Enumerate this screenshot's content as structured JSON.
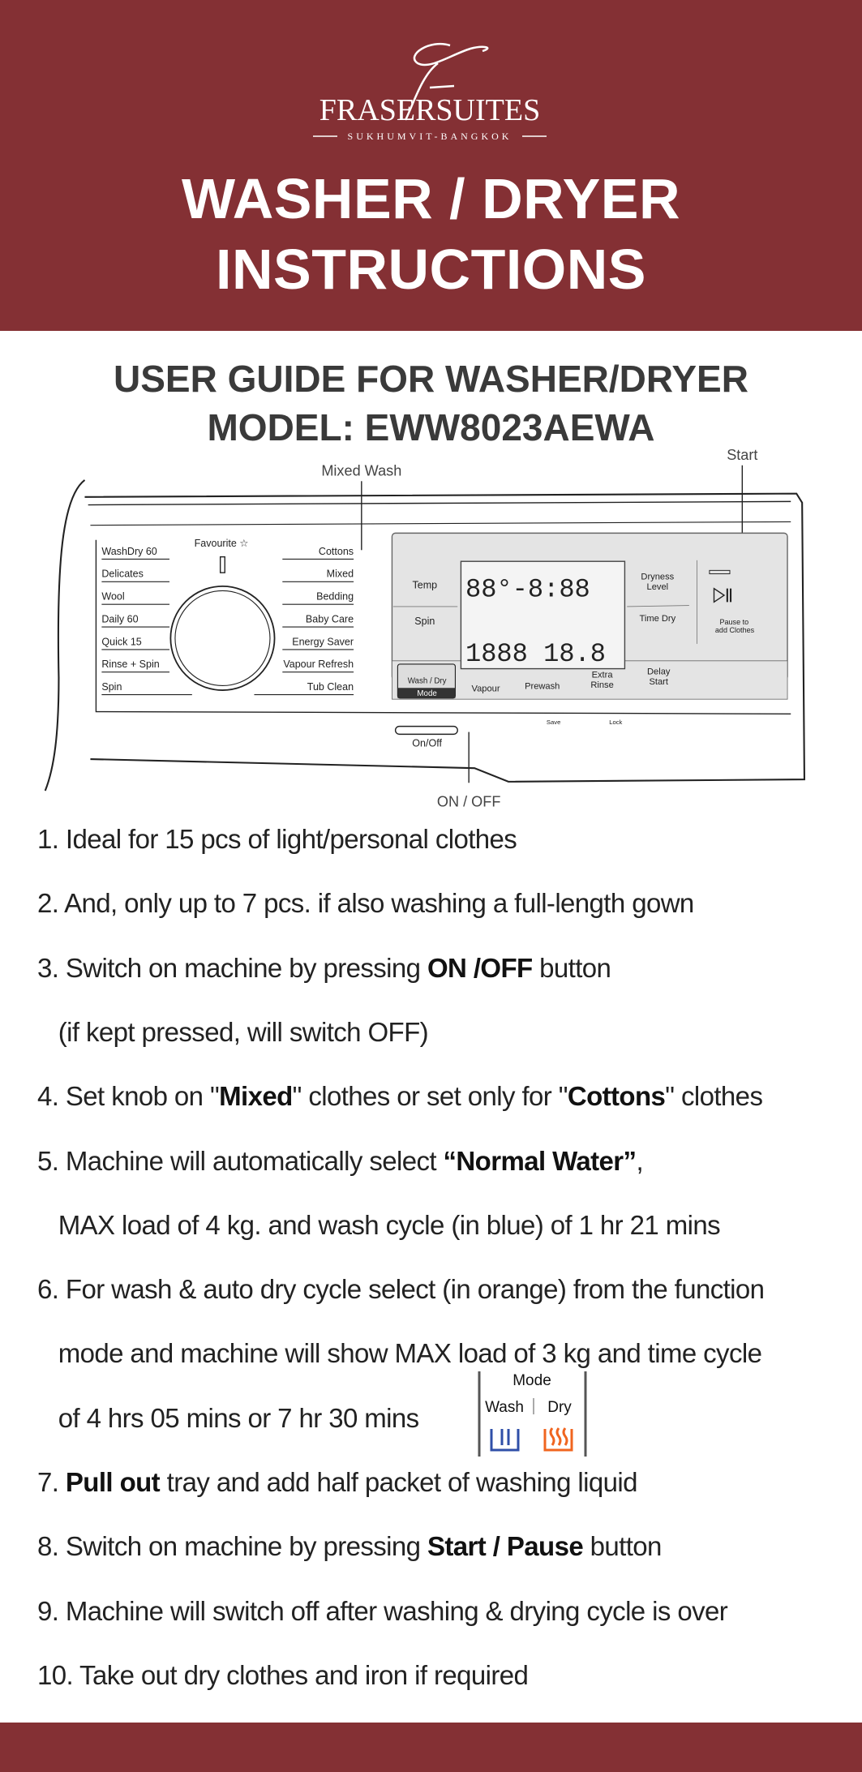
{
  "header": {
    "logo_text": "FRASERSUITES",
    "logo_subtext": "SUKHUMVIT-BANGKOK",
    "title_line1": "WASHER / DRYER",
    "title_line2": "INSTRUCTIONS"
  },
  "subtitle": {
    "line1": "USER GUIDE FOR WASHER/DRYER",
    "line2": "MODEL: EWW8023AEWA"
  },
  "diagram": {
    "callout_mixed_wash": "Mixed Wash",
    "callout_start": "Start",
    "callout_on_off": "ON / OFF",
    "favourite": "Favourite ☆",
    "programs_left": [
      "WashDry 60",
      "Delicates",
      "Wool",
      "Daily 60",
      "Quick 15",
      "Rinse + Spin",
      "Spin"
    ],
    "programs_right": [
      "Cottons",
      "Mixed",
      "Bedding",
      "Baby Care",
      "Energy Saver",
      "Vapour Refresh",
      "Tub Clean"
    ],
    "temp": "Temp",
    "spin": "Spin",
    "dryness_level_1": "Dryness",
    "dryness_level_2": "Level",
    "time_dry": "Time Dry",
    "lcd_top": "88°-8:88",
    "lcd_bottom": "1888 18.8",
    "pause_add_1": "Pause to",
    "pause_add_2": "add Clothes",
    "mode_wash_dry": "Wash / Dry",
    "mode_label": "Mode",
    "vapour": "Vapour",
    "prewash": "Prewash",
    "extra_rinse_1": "Extra",
    "extra_rinse_2": "Rinse",
    "delay_start_1": "Delay",
    "delay_start_2": "Start",
    "save": "Save",
    "lock": "Lock",
    "on_off_button": "On/Off"
  },
  "instructions": [
    [
      {
        "t": "1. Ideal for 15 pcs of light/personal clothes"
      }
    ],
    [
      {
        "t": "2. And, only up to 7 pcs. if also washing a full-length gown"
      }
    ],
    [
      {
        "t": "3. Switch on machine by pressing "
      },
      {
        "t": "ON /OFF",
        "b": true
      },
      {
        "t": " button"
      }
    ],
    [
      {
        "t": "   (if kept pressed, will switch OFF)"
      }
    ],
    [
      {
        "t": "4. Set knob on \""
      },
      {
        "t": "Mixed",
        "b": true
      },
      {
        "t": "\" clothes or set only for \""
      },
      {
        "t": "Cottons",
        "b": true
      },
      {
        "t": "\" clothes"
      }
    ],
    [
      {
        "t": "5. Machine will automatically select "
      },
      {
        "t": "“Normal Water”",
        "b": true
      },
      {
        "t": ","
      }
    ],
    [
      {
        "t": "   MAX load of 4 kg. and wash cycle (in blue) of 1 hr 21 mins"
      }
    ],
    [
      {
        "t": "6. For wash & auto dry cycle select (in orange) from the function"
      }
    ],
    [
      {
        "t": "   mode and machine will show MAX load of 3 kg and time cycle"
      }
    ],
    [
      {
        "t": "   of 4 hrs 05 mins or 7 hr 30 mins"
      }
    ],
    [
      {
        "t": "7. "
      },
      {
        "t": "Pull out",
        "b": true
      },
      {
        "t": " tray and add half packet of washing liquid"
      }
    ],
    [
      {
        "t": "8. Switch on machine by pressing "
      },
      {
        "t": "Start / Pause",
        "b": true
      },
      {
        "t": " button"
      }
    ],
    [
      {
        "t": "9. Machine will switch off after washing & drying cycle is over"
      }
    ],
    [
      {
        "t": "10. Take out dry clothes and iron if required"
      }
    ]
  ],
  "mode_icon": {
    "title": "Mode",
    "wash": "Wash",
    "dry": "Dry",
    "wash_color": "#2f4fa8",
    "dry_color": "#f0651f"
  },
  "colors": {
    "brand": "#843034"
  }
}
